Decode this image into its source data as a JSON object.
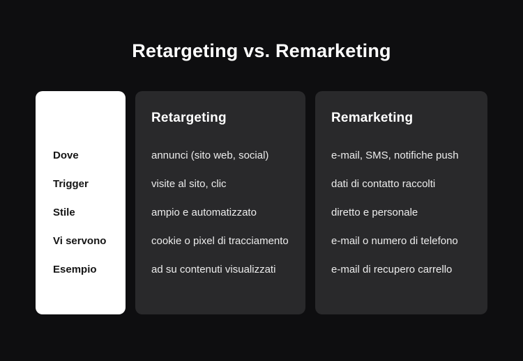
{
  "page": {
    "title": "Retargeting vs. Remarketing"
  },
  "colors": {
    "background": "#0e0e10",
    "card_dark": "#29292b",
    "card_light": "#ffffff",
    "title_text": "#ffffff",
    "body_text": "#ececec",
    "label_text": "#141414"
  },
  "table": {
    "row_labels": [
      "Dove",
      "Trigger",
      "Stile",
      "Vi servono",
      "Esempio"
    ],
    "columns": [
      {
        "header": "Retargeting",
        "values": [
          "annunci (sito web, social)",
          "visite al sito, clic",
          "ampio e automatizzato",
          "cookie o pixel di tracciamento",
          "ad su contenuti visualizzati"
        ]
      },
      {
        "header": "Remarketing",
        "values": [
          "e-mail, SMS, notifiche push",
          "dati di contatto raccolti",
          "diretto e personale",
          "e-mail o numero di telefono",
          "e-mail di recupero carrello"
        ]
      }
    ]
  }
}
